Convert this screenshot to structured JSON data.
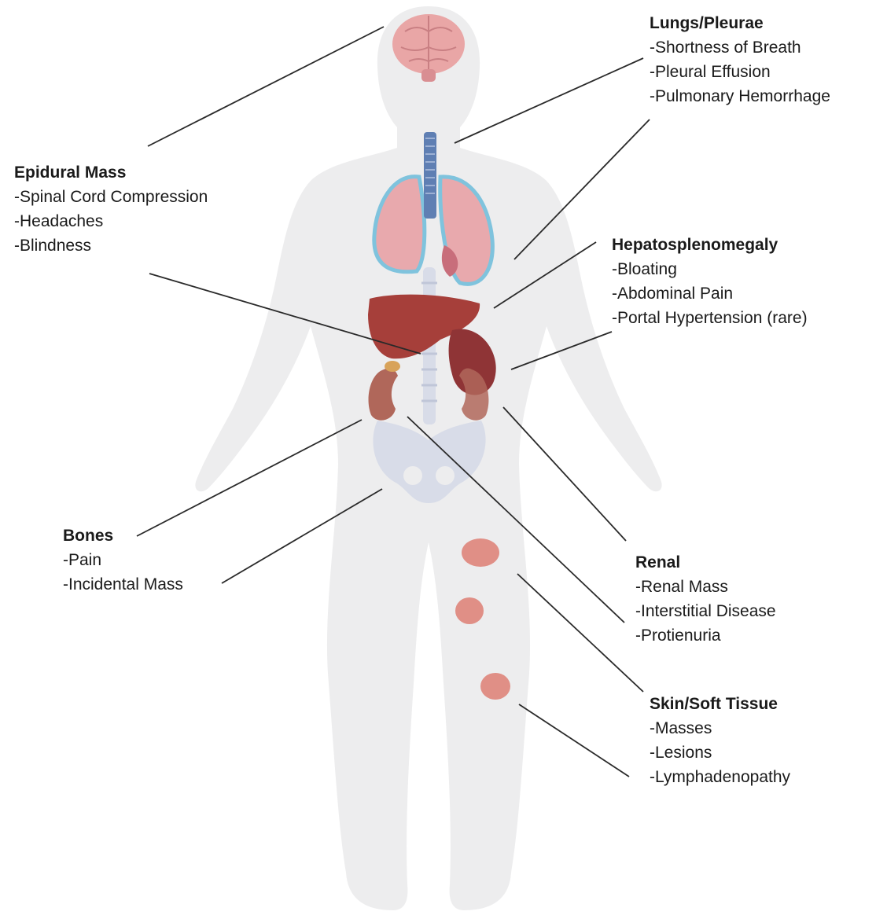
{
  "callouts": {
    "lungs": {
      "title": "Lungs/Pleurae",
      "items": [
        "-Shortness of Breath",
        "-Pleural Effusion",
        "-Pulmonary Hemorrhage"
      ]
    },
    "epidural": {
      "title": "Epidural Mass",
      "items": [
        "-Spinal Cord Compression",
        "-Headaches",
        "-Blindness"
      ]
    },
    "hepatosplenomegaly": {
      "title": "Hepatosplenomegaly",
      "items": [
        "-Bloating",
        "-Abdominal Pain",
        "-Portal Hypertension (rare)"
      ]
    },
    "bones": {
      "title": "Bones",
      "items": [
        "-Pain",
        "-Incidental Mass"
      ]
    },
    "renal": {
      "title": "Renal",
      "items": [
        "-Renal Mass",
        "-Interstitial Disease",
        "-Protienuria"
      ]
    },
    "skin": {
      "title": "Skin/Soft Tissue",
      "items": [
        "-Masses",
        "-Lesions",
        "-Lymphadenopathy"
      ]
    }
  },
  "colors": {
    "body": "#ededee",
    "brain": "#e9a6a6",
    "lung": "#e8a9ad",
    "lung_outline": "#7fc3dd",
    "trachea": "#5f7fb3",
    "liver": "#a63f3a",
    "spleen": "#8f3436",
    "kidney": "#b0675a",
    "adrenal": "#d8a35a",
    "bone": "#d8dce8",
    "skin_lesion": "#e08f86",
    "leader_line": "#2a2a2a"
  }
}
